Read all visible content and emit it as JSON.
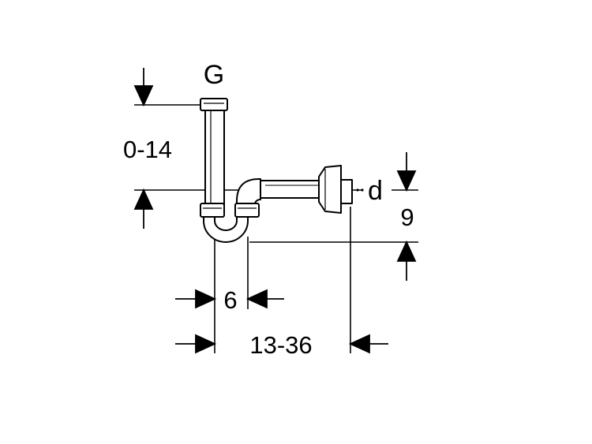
{
  "labels": {
    "g": "G",
    "d": "d",
    "height_adjust": "0-14",
    "seal_depth": "9",
    "trap_offset": "6",
    "horizontal_adjust": "13-36"
  },
  "colors": {
    "line": "#000000",
    "background": "#ffffff"
  }
}
